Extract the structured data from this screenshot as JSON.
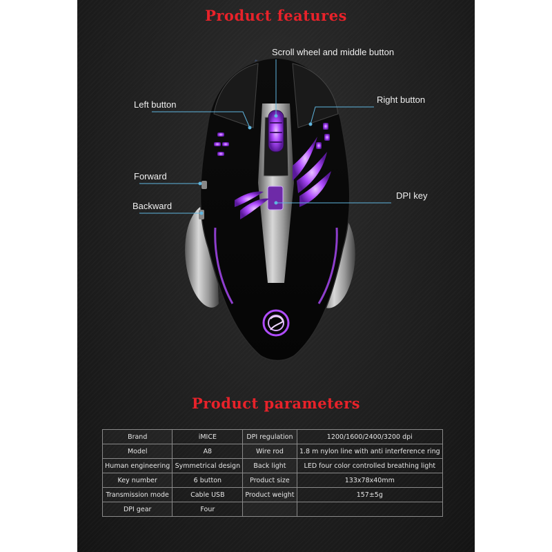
{
  "headings": {
    "features": "Product features",
    "parameters": "Product parameters"
  },
  "callouts": {
    "scroll": "Scroll wheel and middle button",
    "left": "Left button",
    "right": "Right button",
    "forward": "Forward",
    "backward": "Backward",
    "dpi": "DPI key"
  },
  "params": [
    {
      "k1": "Brand",
      "v1": "iMICE",
      "k2": "DPI regulation",
      "v2": "1200/1600/2400/3200 dpi"
    },
    {
      "k1": "Model",
      "v1": "A8",
      "k2": "Wire rod",
      "v2": "1.8 m nylon line with anti interference ring"
    },
    {
      "k1": "Human engineering",
      "v1": "Symmetrical design",
      "k2": "Back light",
      "v2": "LED four color controlled breathing light"
    },
    {
      "k1": "Key number",
      "v1": "6 button",
      "k2": "Product size",
      "v2": "133x78x40mm"
    },
    {
      "k1": "Transmission mode",
      "v1": "Cable USB",
      "k2": "Product weight",
      "v2": "157±5g"
    },
    {
      "k1": "DPI gear",
      "v1": "Four",
      "k2": "",
      "v2": ""
    }
  ],
  "colors": {
    "heading": "#e8222a",
    "glow": "#b04cff",
    "callout_line": "#5fb6e0"
  }
}
